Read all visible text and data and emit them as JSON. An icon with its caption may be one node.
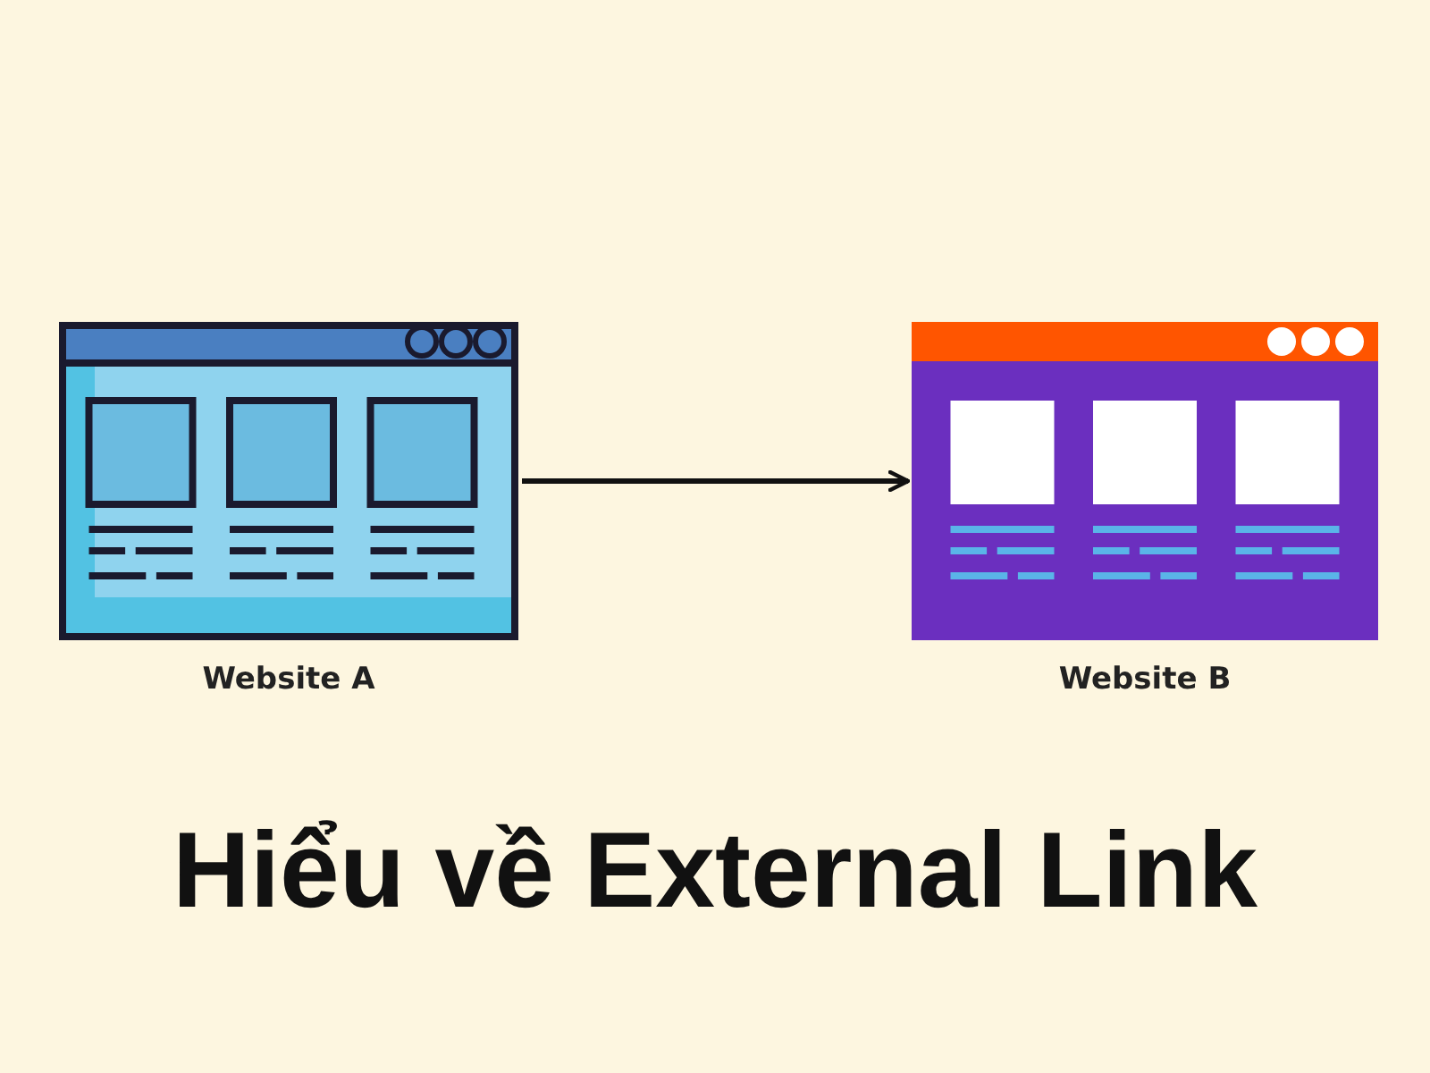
{
  "diagram": {
    "title": "Hiểu về External Link",
    "nodes": [
      {
        "text": [
          "Website A"
        ]
      },
      {
        "text": [
          "Website B"
        ]
      }
    ],
    "edges": [
      {
        "from": 0,
        "to": 1,
        "arrow": "to"
      }
    ]
  }
}
